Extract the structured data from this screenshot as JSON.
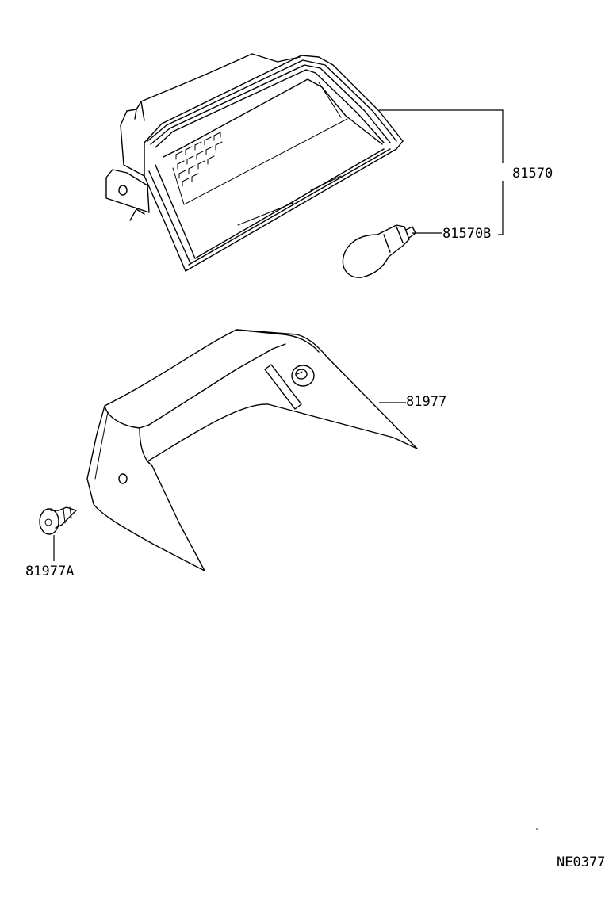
{
  "diagram": {
    "code": "NE0377",
    "parts": [
      {
        "id": "lamp-assembly",
        "label": "81570"
      },
      {
        "id": "bulb",
        "label": "81570B"
      },
      {
        "id": "cover",
        "label": "81977"
      },
      {
        "id": "clip",
        "label": "81977A"
      }
    ]
  },
  "colors": {
    "line": "#000000",
    "background": "#ffffff"
  }
}
